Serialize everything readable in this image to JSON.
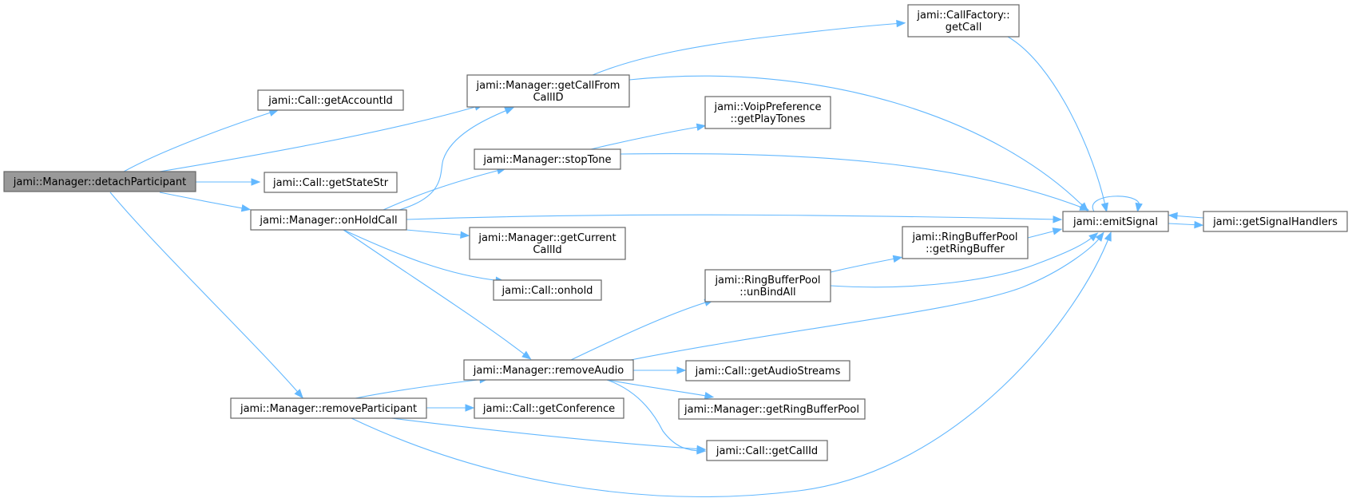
{
  "graph": {
    "nodes": [
      {
        "id": "detachParticipant",
        "lines": [
          "jami::Manager::detachParticipant"
        ],
        "root": true
      },
      {
        "id": "getAccountId",
        "lines": [
          "jami::Call::getAccountId"
        ]
      },
      {
        "id": "getCallFromCallID",
        "lines": [
          "jami::Manager::getCallFrom",
          "CallID"
        ]
      },
      {
        "id": "getStateStr",
        "lines": [
          "jami::Call::getStateStr"
        ]
      },
      {
        "id": "onHoldCall",
        "lines": [
          "jami::Manager::onHoldCall"
        ]
      },
      {
        "id": "removeParticipant",
        "lines": [
          "jami::Manager::removeParticipant"
        ]
      },
      {
        "id": "callFactoryGetCall",
        "lines": [
          "jami::CallFactory::",
          "getCall"
        ]
      },
      {
        "id": "emitSignal",
        "lines": [
          "jami::emitSignal"
        ]
      },
      {
        "id": "stopTone",
        "lines": [
          "jami::Manager::stopTone"
        ]
      },
      {
        "id": "getPlayTones",
        "lines": [
          "jami::VoipPreference",
          "::getPlayTones"
        ]
      },
      {
        "id": "getCurrentCallId",
        "lines": [
          "jami::Manager::getCurrent",
          "CallId"
        ]
      },
      {
        "id": "onhold",
        "lines": [
          "jami::Call::onhold"
        ]
      },
      {
        "id": "removeAudio",
        "lines": [
          "jami::Manager::removeAudio"
        ]
      },
      {
        "id": "unBindAll",
        "lines": [
          "jami::RingBufferPool",
          "::unBindAll"
        ]
      },
      {
        "id": "getRingBuffer",
        "lines": [
          "jami::RingBufferPool",
          "::getRingBuffer"
        ]
      },
      {
        "id": "getSignalHandlers",
        "lines": [
          "jami::getSignalHandlers"
        ]
      },
      {
        "id": "getAudioStreams",
        "lines": [
          "jami::Call::getAudioStreams"
        ]
      },
      {
        "id": "getRingBufferPool",
        "lines": [
          "jami::Manager::getRingBufferPool"
        ]
      },
      {
        "id": "getConference",
        "lines": [
          "jami::Call::getConference"
        ]
      },
      {
        "id": "getCallId",
        "lines": [
          "jami::Call::getCallId"
        ]
      }
    ],
    "edges": [
      [
        "detachParticipant",
        "getAccountId"
      ],
      [
        "detachParticipant",
        "getCallFromCallID"
      ],
      [
        "detachParticipant",
        "getStateStr"
      ],
      [
        "detachParticipant",
        "onHoldCall"
      ],
      [
        "detachParticipant",
        "removeParticipant"
      ],
      [
        "getCallFromCallID",
        "callFactoryGetCall"
      ],
      [
        "getCallFromCallID",
        "emitSignal"
      ],
      [
        "callFactoryGetCall",
        "emitSignal"
      ],
      [
        "onHoldCall",
        "getCallFromCallID"
      ],
      [
        "onHoldCall",
        "stopTone"
      ],
      [
        "onHoldCall",
        "emitSignal"
      ],
      [
        "onHoldCall",
        "getCurrentCallId"
      ],
      [
        "onHoldCall",
        "onhold"
      ],
      [
        "onHoldCall",
        "removeAudio"
      ],
      [
        "stopTone",
        "getPlayTones"
      ],
      [
        "stopTone",
        "emitSignal"
      ],
      [
        "emitSignal",
        "emitSignal"
      ],
      [
        "emitSignal",
        "getSignalHandlers"
      ],
      [
        "getSignalHandlers",
        "emitSignal"
      ],
      [
        "removeAudio",
        "unBindAll"
      ],
      [
        "removeAudio",
        "emitSignal"
      ],
      [
        "removeAudio",
        "getAudioStreams"
      ],
      [
        "removeAudio",
        "getRingBufferPool"
      ],
      [
        "removeAudio",
        "getCallId"
      ],
      [
        "unBindAll",
        "getRingBuffer"
      ],
      [
        "unBindAll",
        "emitSignal"
      ],
      [
        "getRingBuffer",
        "emitSignal"
      ],
      [
        "removeParticipant",
        "removeAudio"
      ],
      [
        "removeParticipant",
        "getConference"
      ],
      [
        "removeParticipant",
        "getCallId"
      ],
      [
        "removeParticipant",
        "emitSignal"
      ]
    ]
  },
  "colors": {
    "edge": "#63b8ff",
    "node_border": "#666666",
    "root_fill": "#999999",
    "node_fill": "#ffffff"
  }
}
